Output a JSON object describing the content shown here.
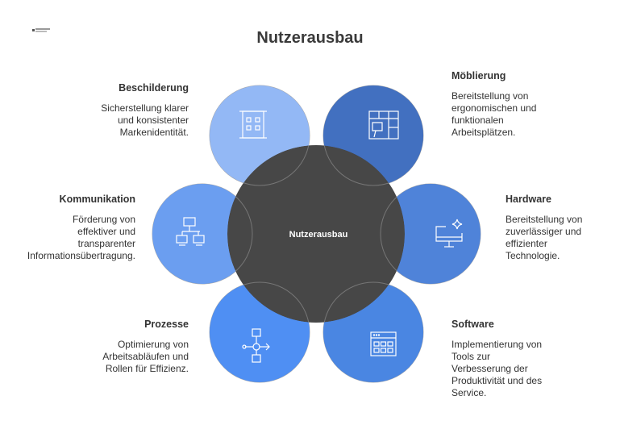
{
  "title": "Nutzerausbau",
  "center_label": "Nutzerausbau",
  "colors": {
    "center": "#474747",
    "moeblierung": "#4270c0",
    "hardware": "#4f83d9",
    "software": "#4a86e2",
    "prozesse": "#4f8ff3",
    "kommunikation": "#6b9ef0",
    "beschilderung": "#93b8f5"
  },
  "sections": {
    "beschilderung": {
      "title": "Beschilderung",
      "desc": "Sicherstellung klarer\nund konsistenter\nMarkenidentität.",
      "icon": "building-icon"
    },
    "moeblierung": {
      "title": "Möblierung",
      "desc": "Bereitstellung von\nergonomischen und\nfunktionalen\nArbeitsplätzen.",
      "icon": "office-floorplan-icon"
    },
    "kommunikation": {
      "title": "Kommunikation",
      "desc": "Förderung von\neffektiver und\ntransparenter\nInformationsübertragung.",
      "icon": "network-icon"
    },
    "hardware": {
      "title": "Hardware",
      "desc": "Bereitstellung von\nzuverlässiger und\neffizienter\nTechnologie.",
      "icon": "monitor-sparkle-icon"
    },
    "prozesse": {
      "title": "Prozesse",
      "desc": "Optimierung von\nArbeitsabläufen und\nRollen für Effizienz.",
      "icon": "flowchart-icon"
    },
    "software": {
      "title": "Software",
      "desc": "Implementierung von\nTools zur\nVerbesserung der\nProduktivität und des\nService.",
      "icon": "app-grid-icon"
    }
  }
}
